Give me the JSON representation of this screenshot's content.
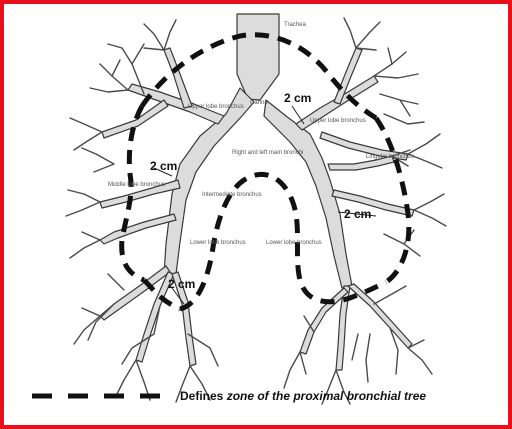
{
  "colors": {
    "border": "#e8101a",
    "airway_fill": "#dcdcdc",
    "airway_stroke": "#3a3a3a",
    "zone_dash": "#111111"
  },
  "labels": {
    "trachea": "Trachea",
    "carina": "Carina",
    "upper_lobe_left": "Upper lobe bronchus",
    "upper_lobe_right": "Upper lobe bronchus",
    "main_bronchi": "Right and left main bronchi",
    "middle_lobe": "Middle lobe bronchus",
    "intermediate": "Intermediate bronchus",
    "lingular": "Lingular bronchus",
    "lower_lobe_left": "Lower lobe bronchus",
    "lower_lobe_right": "Lower lobe bronchus"
  },
  "measurements": {
    "top_right": "2 cm",
    "mid_left": "2 cm",
    "mid_right": "2 cm",
    "bottom_left": "2 cm"
  },
  "legend": {
    "text_prefix": "Defines ",
    "text_italic": "zone of the proximal bronchial tree"
  }
}
